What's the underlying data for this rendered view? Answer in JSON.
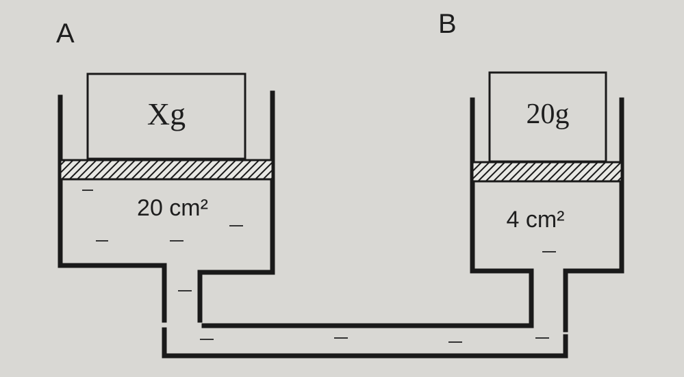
{
  "diagram": {
    "label_a": "A",
    "label_b": "B",
    "mass_a": "Xg",
    "mass_b": "20g",
    "area_a": "20 cm²",
    "area_b": "4 cm²"
  },
  "colors": {
    "background": "#d9d8d4",
    "ink": "#1a1a1a"
  }
}
